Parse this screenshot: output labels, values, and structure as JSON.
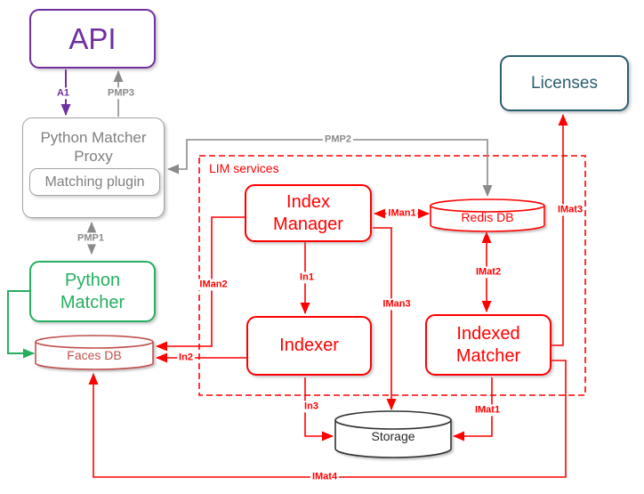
{
  "nodes": {
    "api": "API",
    "proxy": "Python Matcher Proxy",
    "plugin": "Matching plugin",
    "matcher": "Python Matcher",
    "faces_db": "Faces DB",
    "licenses": "Licenses",
    "lim": "LIM services",
    "index_manager": "Index Manager",
    "indexer": "Indexer",
    "indexed_matcher": "Indexed Matcher",
    "redis_db": "Redis DB",
    "storage": "Storage"
  },
  "edges": {
    "a1": "A1",
    "pmp1": "PMP1",
    "pmp2": "PMP2",
    "pmp3": "PMP3",
    "iman1": "IMan1",
    "iman2": "IMan2",
    "iman3": "IMan3",
    "in1": "In1",
    "in2": "In2",
    "in3": "In3",
    "imat1": "IMat1",
    "imat2": "IMat2",
    "imat3": "IMat3",
    "imat4": "IMat4"
  },
  "colors": {
    "purple": "#7030A0",
    "gray": "#8A8A8A",
    "green": "#27AE60",
    "red": "#FF0000",
    "brick_red": "#C0504D",
    "dark_teal": "#2A5F6F",
    "black": "#262626"
  }
}
